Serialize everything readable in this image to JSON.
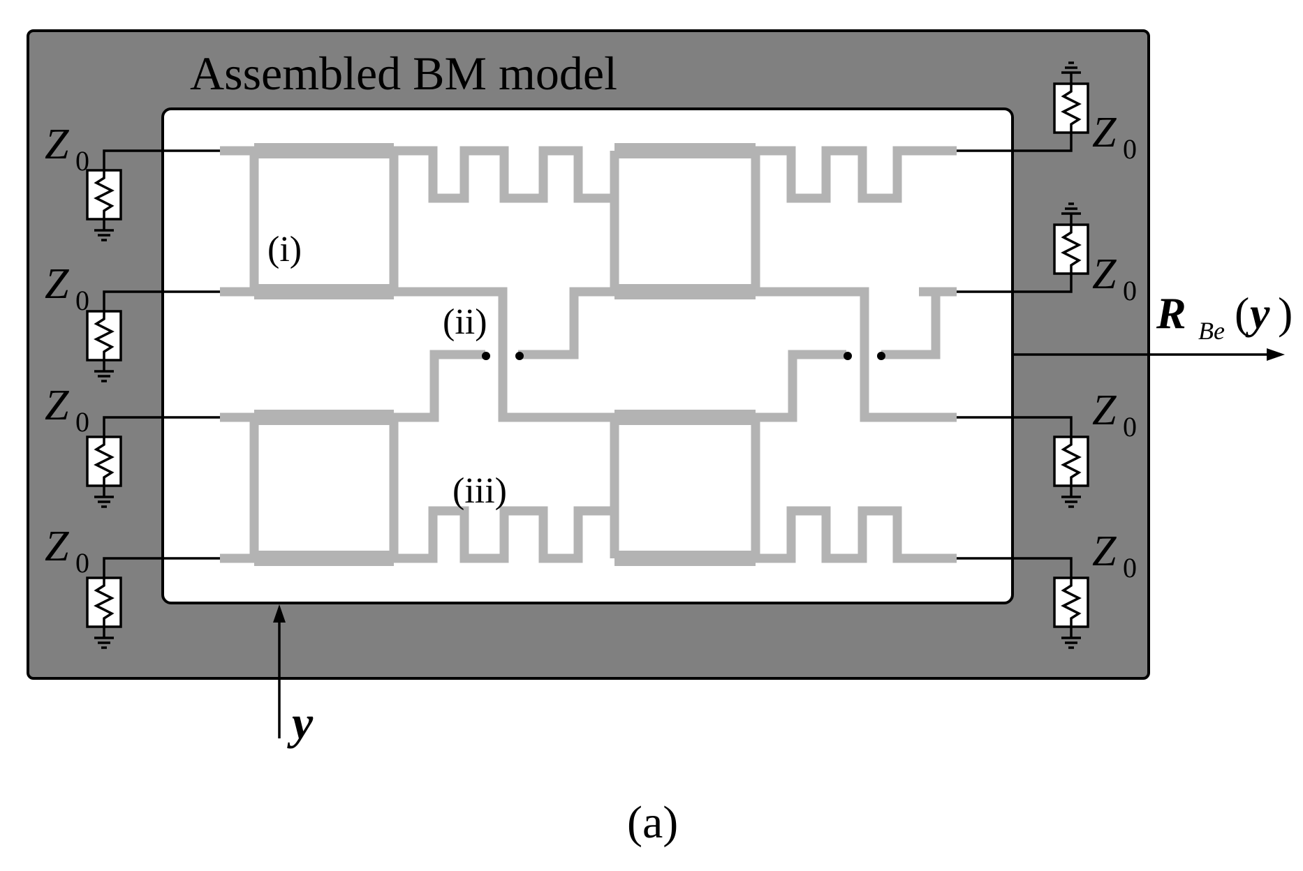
{
  "figure": {
    "title": "Assembled BM model",
    "caption": "(a)",
    "labels": {
      "i": "(i)",
      "ii": "(ii)",
      "iii": "(iii)"
    },
    "port_symbol": "Z",
    "port_subscript": "0",
    "output": {
      "main": "R",
      "subscript": "Be",
      "open_paren": "(",
      "variable": "y",
      "close_paren": ")"
    },
    "input_variable": "y"
  },
  "colors": {
    "outer_frame": "#808080",
    "inner_panel": "#ffffff",
    "microstrip_trace": "#b3b3b3",
    "wire": "#000000"
  }
}
